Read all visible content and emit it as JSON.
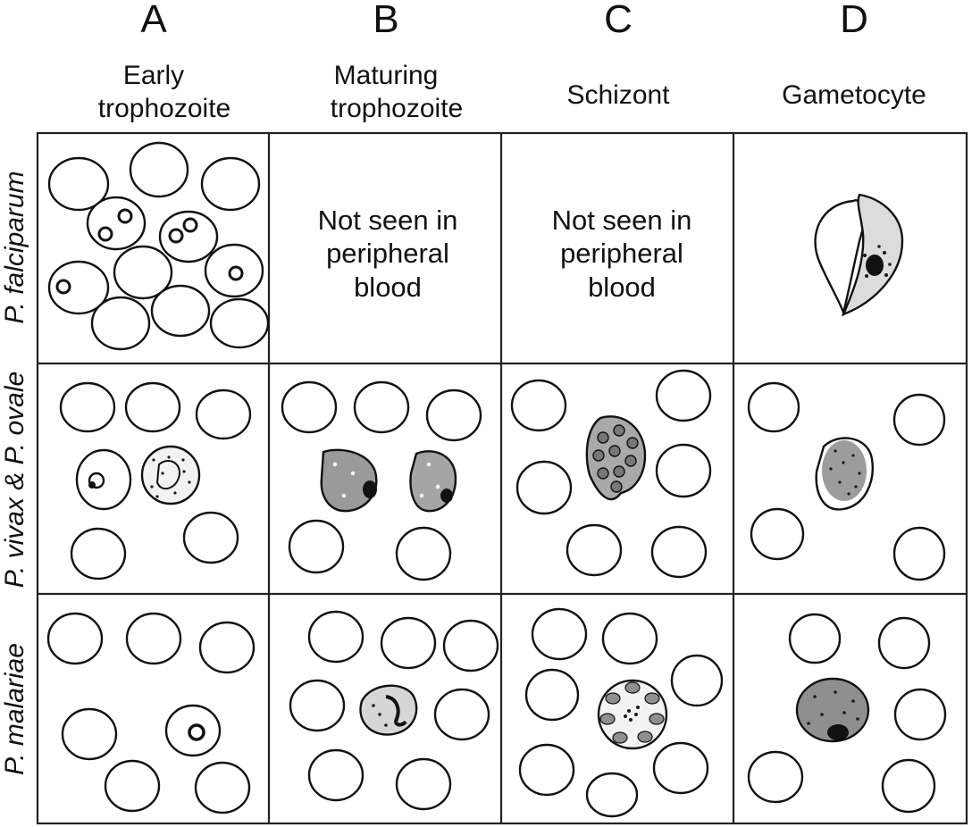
{
  "columns": [
    {
      "letter": "A",
      "stage": "Early",
      "stage2": "trophozoite"
    },
    {
      "letter": "B",
      "stage": "Maturing",
      "stage2": "trophozoite"
    },
    {
      "letter": "C",
      "stage": "Schizont",
      "stage2": ""
    },
    {
      "letter": "D",
      "stage": "Gametocyte",
      "stage2": ""
    }
  ],
  "rows": [
    {
      "label": "P. falciparum"
    },
    {
      "label": "P. vivax & P. ovale"
    },
    {
      "label": "P. malariae"
    }
  ],
  "not_seen": {
    "line1": "Not seen in",
    "line2": "peripheral",
    "line3": "blood"
  }
}
